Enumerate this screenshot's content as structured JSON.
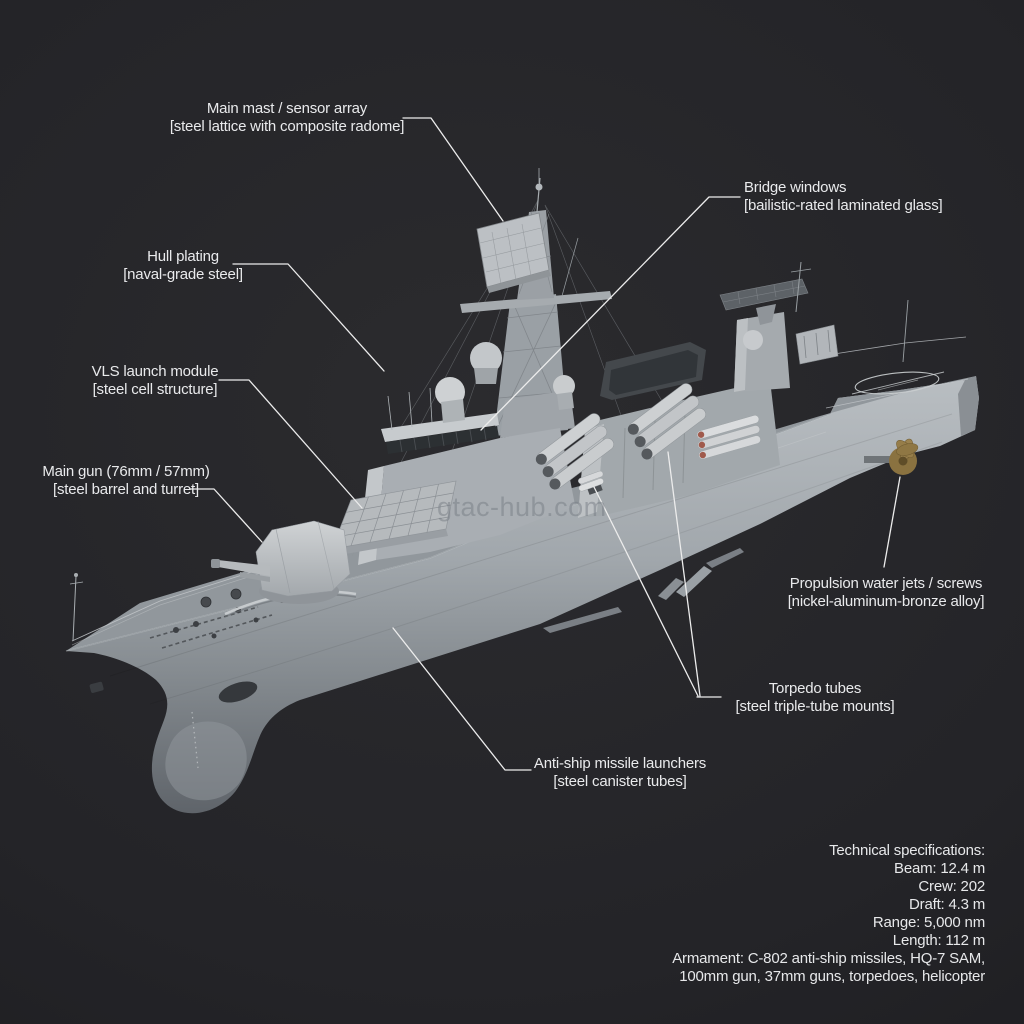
{
  "watermark": {
    "text": "gtac-hub.com"
  },
  "callouts": [
    {
      "id": "main-mast",
      "title": "Main mast / sensor array",
      "subtitle": "[steel lattice with composite radome]"
    },
    {
      "id": "bridge-windows",
      "title": "Bridge windows",
      "subtitle": "[bailistic-rated laminated glass]"
    },
    {
      "id": "hull-plating",
      "title": "Hull plating",
      "subtitle": "[naval-grade steel]"
    },
    {
      "id": "vls",
      "title": "VLS launch module",
      "subtitle": "[steel cell structure]"
    },
    {
      "id": "main-gun",
      "title": "Main gun (76mm / 57mm)",
      "subtitle": "[steel barrel and turret]"
    },
    {
      "id": "propulsion",
      "title": "Propulsion water jets / screws",
      "subtitle": "[nickel-aluminum-bronze alloy]"
    },
    {
      "id": "torpedo-tubes",
      "title": "Torpedo tubes",
      "subtitle": "[steel triple-tube mounts]"
    },
    {
      "id": "anti-ship-missiles",
      "title": "Anti-ship missile launchers",
      "subtitle": "[steel canister tubes]"
    }
  ],
  "specs": {
    "heading": "Technical specifications:",
    "lines": [
      "Beam: 12.4 m",
      "Crew: 202",
      "Draft: 4.3 m",
      "Range: 5,000 nm",
      "Length: 112 m",
      "Armament: C-802 anti-ship missiles, HQ-7 SAM,",
      "100mm gun, 37mm guns, torpedoes, helicopter"
    ]
  },
  "colors": {
    "background": "#232327",
    "label_text": "#e9eaec",
    "leader_line": "#ececec",
    "hull_light": "#b9bec2",
    "hull_dark": "#5f646a",
    "deck": "#91979c",
    "propeller_bronze": "#8a7240"
  }
}
